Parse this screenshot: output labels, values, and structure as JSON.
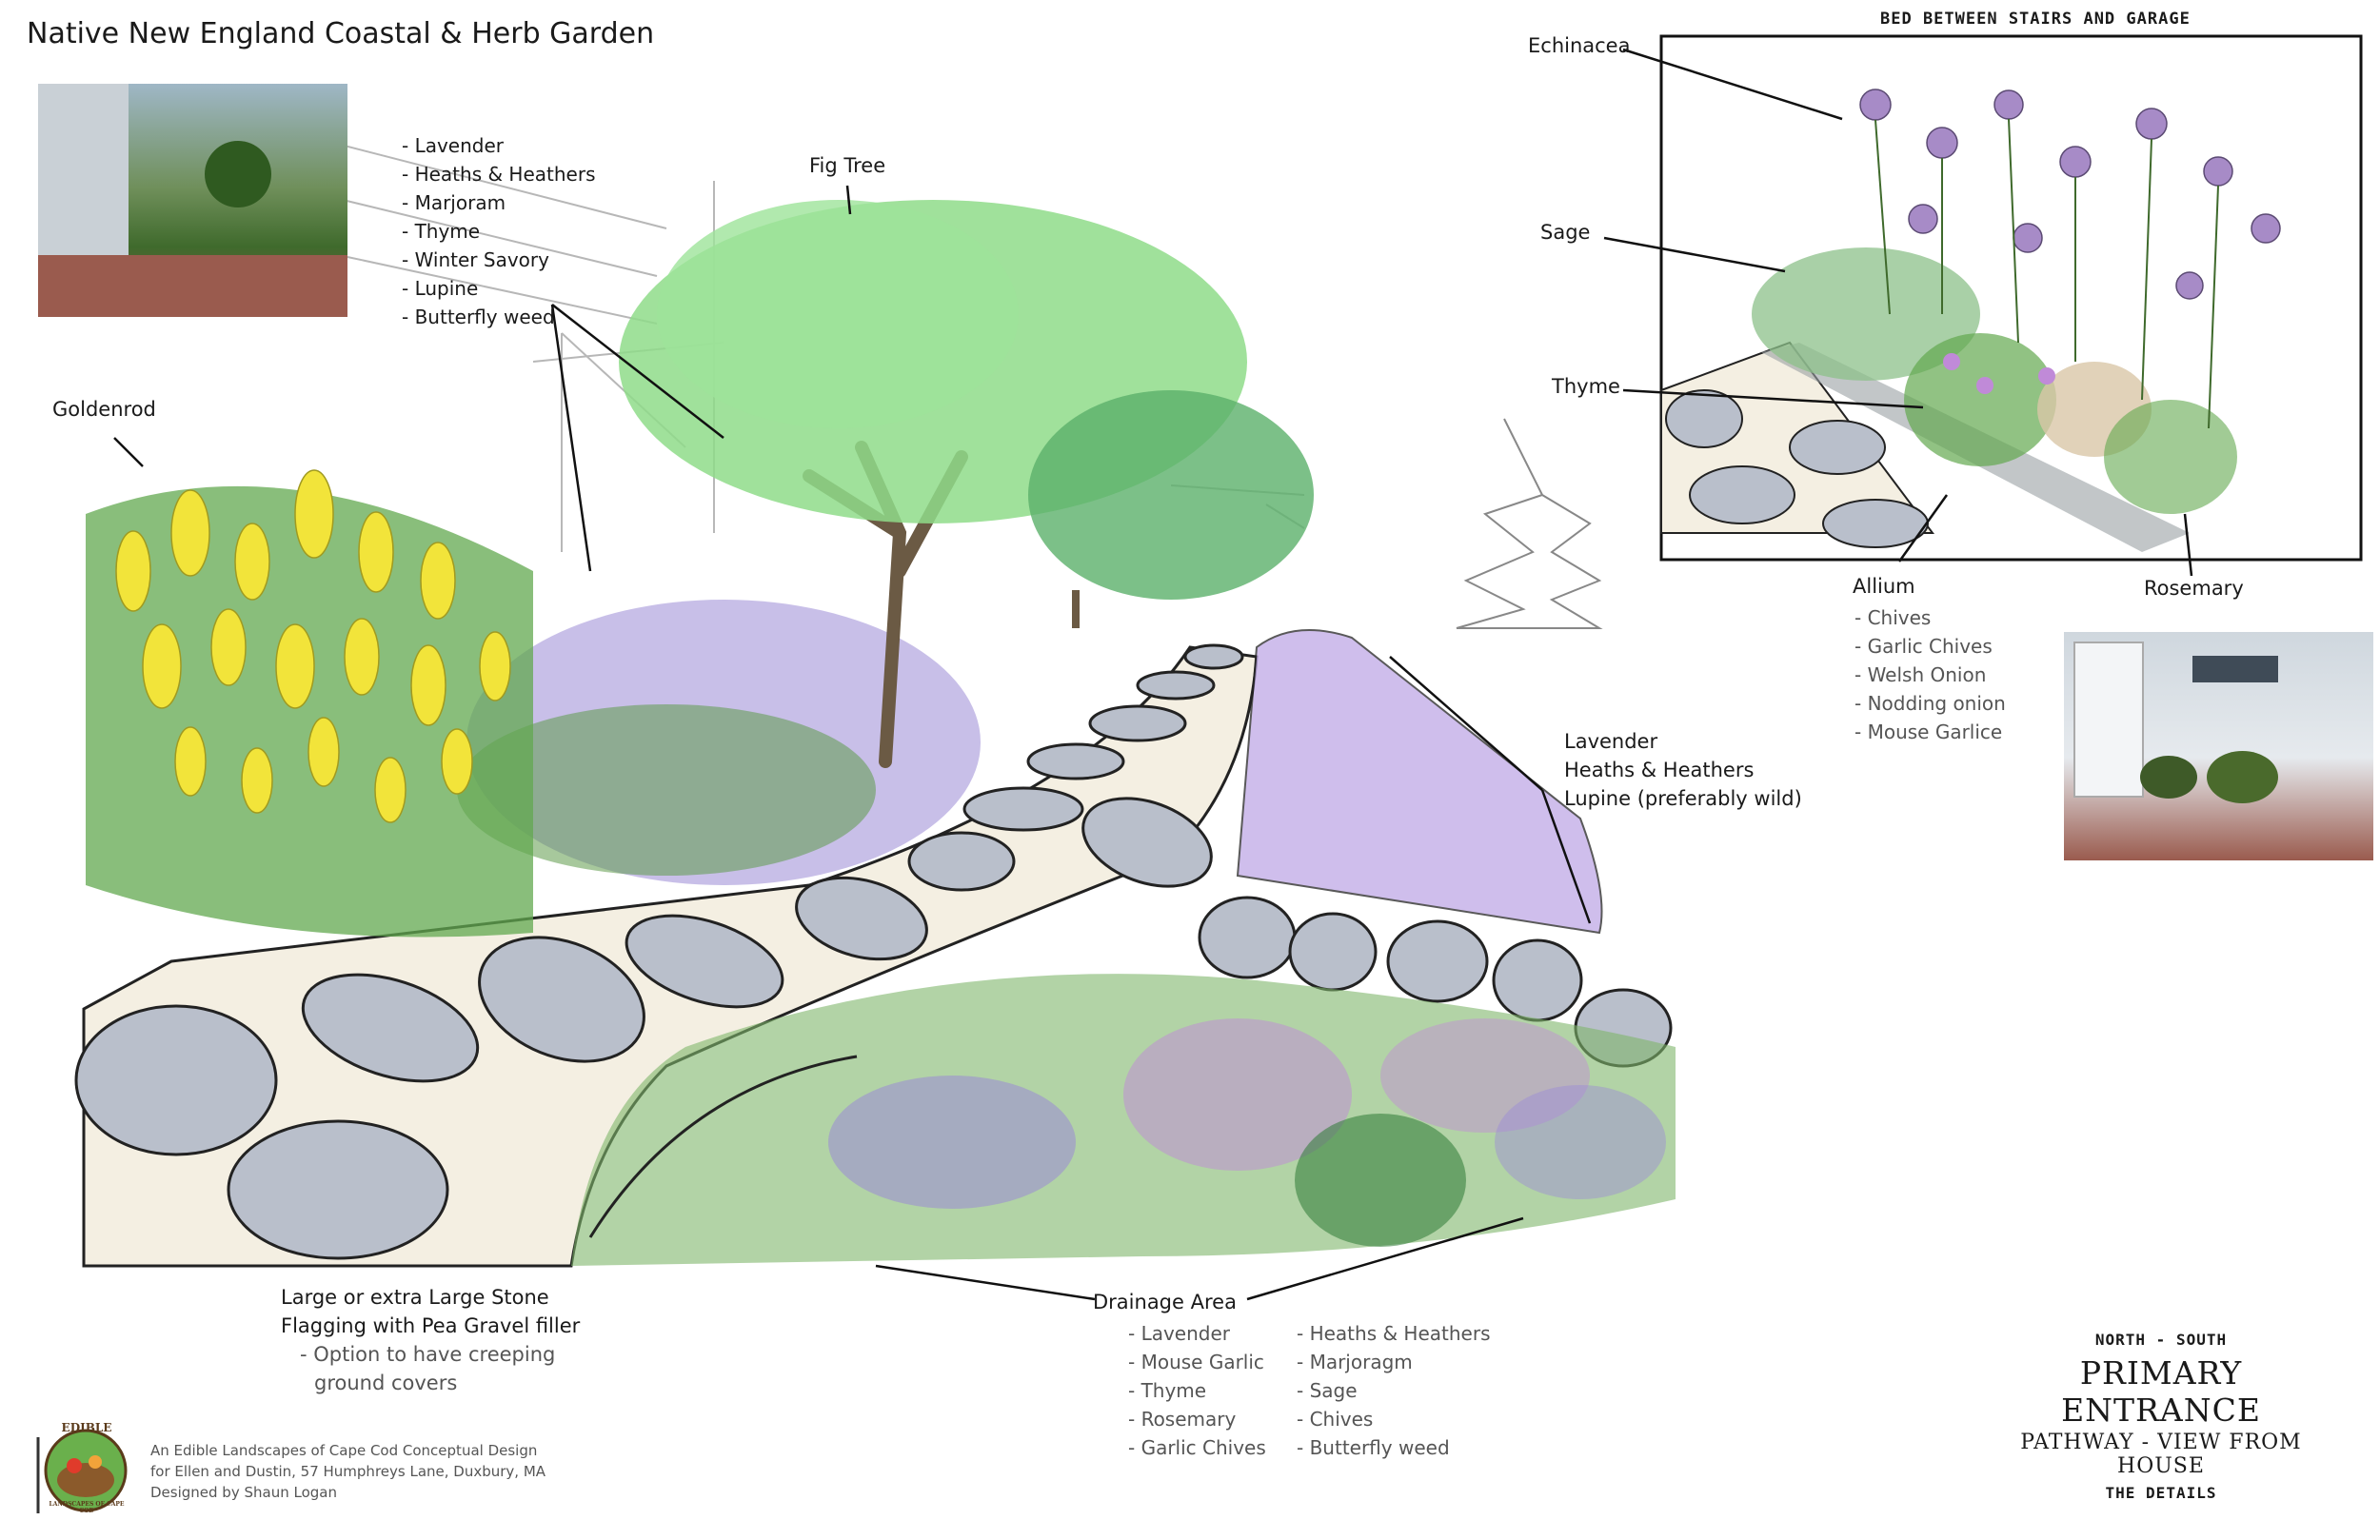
{
  "page": {
    "title": "Native New England Coastal & Herb Garden"
  },
  "inset": {
    "title": "BED BETWEEN STAIRS AND GARAGE",
    "echinacea": "Echinacea",
    "sage": "Sage",
    "thyme": "Thyme",
    "allium": {
      "heading": "Allium",
      "items": [
        "- Chives",
        "- Garlic Chives",
        "- Welsh Onion",
        "- Nodding onion",
        "- Mouse Garlice"
      ]
    },
    "rosemary": "Rosemary"
  },
  "labels": {
    "herb_list": [
      "- Lavender",
      "- Heaths & Heathers",
      "- Marjoram",
      "- Thyme",
      "- Winter Savory",
      "- Lupine",
      "- Butterfly weed"
    ],
    "fig_tree": "Fig Tree",
    "goldenrod": "Goldenrod",
    "border_list": [
      "Lavender",
      "Heaths & Heathers",
      "Lupine (preferably wild)"
    ],
    "stone": {
      "line1": "Large or extra Large  Stone",
      "line2": "Flagging with Pea Gravel filler",
      "option1": "- Option to have creeping",
      "option2": "ground covers"
    },
    "drainage": {
      "heading": "Drainage Area",
      "col1": [
        "- Lavender",
        "- Mouse Garlic",
        "- Thyme",
        "- Rosemary",
        "- Garlic Chives"
      ],
      "col2": [
        "- Heaths & Heathers",
        "- Marjoragm",
        "- Sage",
        "- Chives",
        "- Butterfly weed"
      ]
    }
  },
  "title_block": {
    "orientation": "NORTH - SOUTH",
    "title": "PRIMARY ENTRANCE",
    "subtitle": "PATHWAY - VIEW FROM HOUSE",
    "details": "THE DETAILS"
  },
  "credits": {
    "line1": "An Edible Landscapes of Cape Cod Conceptual Design",
    "line2": "for Ellen and Dustin, 57 Humphreys Lane, Duxbury, MA",
    "line3": "Designed by Shaun Logan"
  },
  "logo": {
    "top": "EDIBLE",
    "bottom": "LANDSCAPES OF CAPE COD"
  },
  "colors": {
    "goldenrod": "#f2e43a",
    "lavender": "#9b8ad6",
    "foliage": "#62a84f",
    "fig_leaf": "#8fdc8a",
    "stone": "#b9bfcb",
    "gravel": "#f4efe2",
    "echinacea": "#a78bc7",
    "allium": "#c08ad8"
  }
}
